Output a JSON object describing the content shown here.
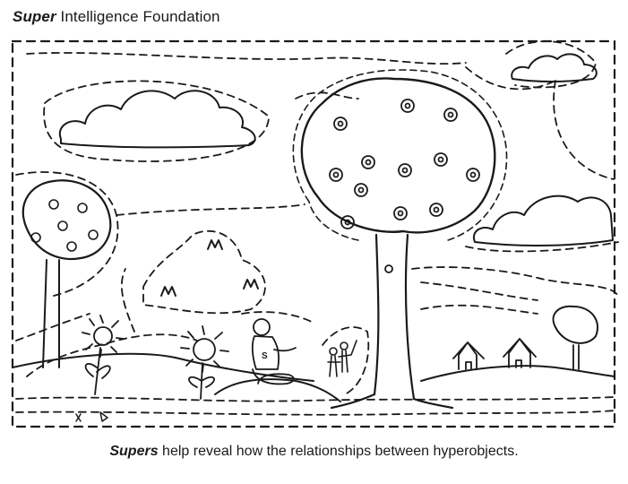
{
  "header": {
    "brand_bold": "Super",
    "brand_rest": " Intelligence Foundation"
  },
  "caption": {
    "bold": "Supers",
    "rest": " help reveal how the relationships between hyperobjects."
  },
  "colors": {
    "ink": "#1a1a1a",
    "paper": "#ffffff"
  }
}
